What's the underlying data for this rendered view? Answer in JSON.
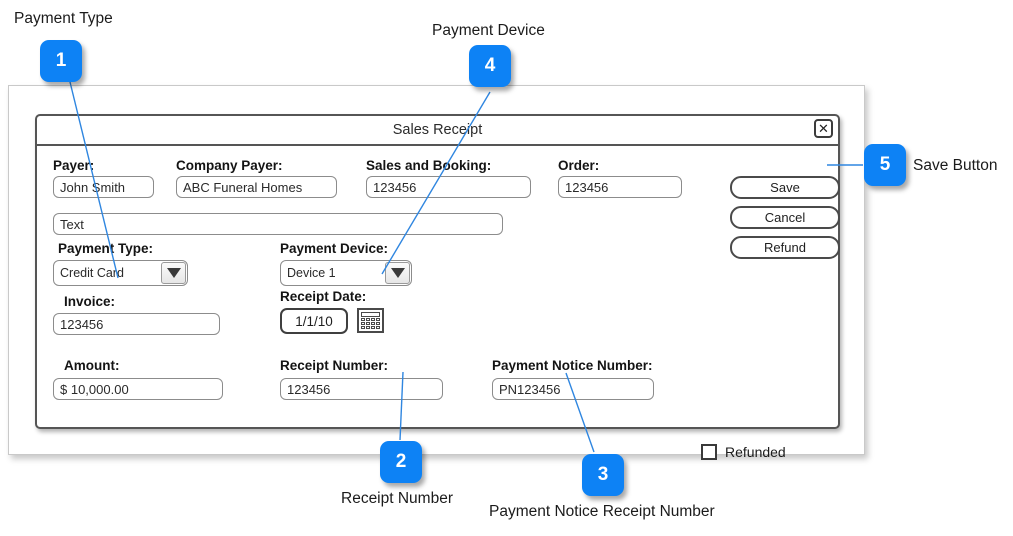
{
  "dialog": {
    "title": "Sales Receipt",
    "close_icon": "close-icon",
    "fields": {
      "payer": {
        "label": "Payer:",
        "value": "John Smith"
      },
      "company_payer": {
        "label": "Company Payer:",
        "value": "ABC Funeral Homes"
      },
      "sales_and_booking": {
        "label": "Sales and Booking:",
        "value": "123456"
      },
      "order": {
        "label": "Order:",
        "value": "123456"
      },
      "note": {
        "value": "Text"
      },
      "payment_type": {
        "label": "Payment Type:",
        "value": "Credit Card"
      },
      "payment_device": {
        "label": "Payment Device:",
        "value": "Device 1"
      },
      "invoice": {
        "label": "Invoice:",
        "value": "123456"
      },
      "receipt_date": {
        "label": "Receipt Date:",
        "value": "1/1/10"
      },
      "amount": {
        "label": "Amount:",
        "value": "$ 10,000.00"
      },
      "receipt_number": {
        "label": "Receipt Number:",
        "value": "123456"
      },
      "payment_notice_number": {
        "label": "Payment Notice Number:",
        "value": "PN123456"
      }
    },
    "buttons": {
      "save": "Save",
      "cancel": "Cancel",
      "refund": "Refund"
    },
    "refunded": {
      "label": "Refunded",
      "checked": false
    }
  },
  "annotations": {
    "accent_color": "#0d82f5",
    "items": [
      {
        "number": "1",
        "label": "Payment Type"
      },
      {
        "number": "4",
        "label": "Payment Device"
      },
      {
        "number": "5",
        "label": "Save Button"
      },
      {
        "number": "2",
        "label": "Receipt Number"
      },
      {
        "number": "3",
        "label": "Payment Notice Receipt Number"
      }
    ]
  }
}
